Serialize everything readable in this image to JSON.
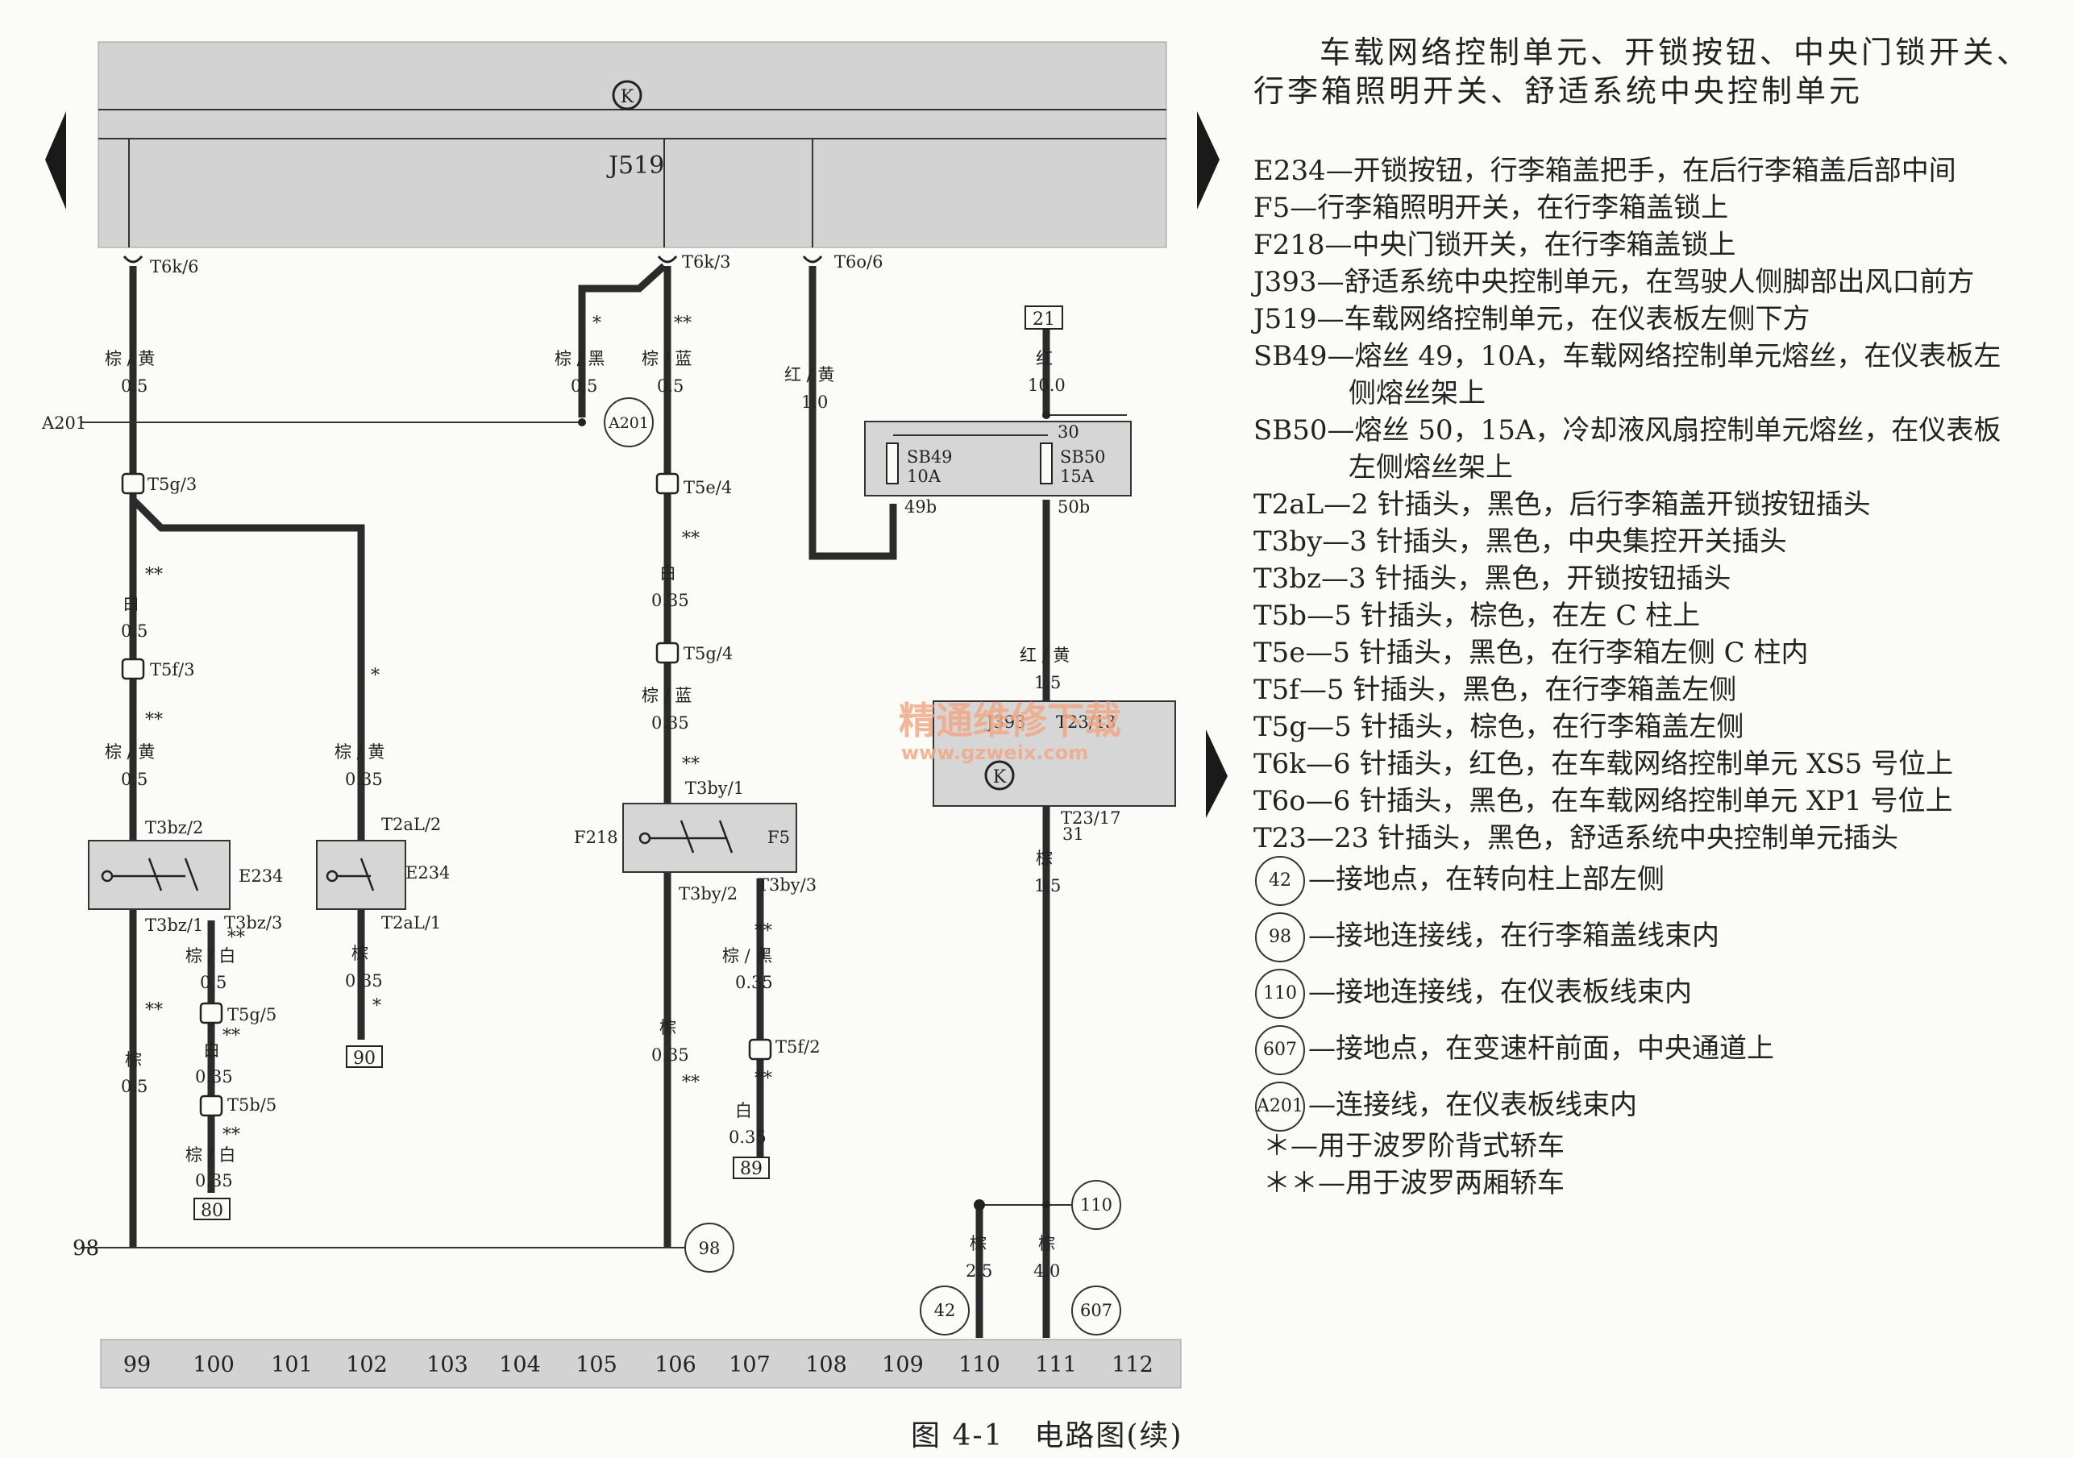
{
  "header": {
    "unit_label": "J519",
    "unit_symbol": "K"
  },
  "connectors_top": [
    "T6k/6",
    "T6k/3",
    "T6o/6"
  ],
  "wires": {
    "c99_top": [
      "棕 / 黄",
      "0.5"
    ],
    "c105": [
      "棕 / 黑",
      "0.5"
    ],
    "c106_top": [
      "棕 / 蓝",
      "0.5"
    ],
    "c110_top": [
      "红 / 黄",
      "1.0"
    ],
    "c111_top": [
      "红",
      "10.0"
    ],
    "c99_mid": [
      "白",
      "0.5"
    ],
    "c99_low": [
      "棕 / 黄",
      "0.5"
    ],
    "c102": [
      "棕 / 黄",
      "0.35"
    ],
    "c106_mid": [
      "白",
      "0.35"
    ],
    "c106_low": [
      "棕 / 蓝",
      "0.35"
    ],
    "c111_mid": [
      "红 / 黄",
      "1.5"
    ],
    "c111_low": [
      "棕",
      "1.5"
    ],
    "c100_a": [
      "棕 / 白",
      "0.5"
    ],
    "c100_b": [
      "白",
      "0.35"
    ],
    "c100_c": [
      "棕 / 白",
      "0.35"
    ],
    "c99_bot": [
      "棕",
      "0.5"
    ],
    "c102_bot": [
      "棕",
      "0.35"
    ],
    "c106_bot": [
      "棕",
      "0.35"
    ],
    "c107_a": [
      "棕 / 黑",
      "0.35"
    ],
    "c107_b": [
      "白",
      "0.35"
    ],
    "c110_bot": [
      "棕",
      "2.5"
    ],
    "c111_bot": [
      "棕",
      "4.0"
    ]
  },
  "connectors": {
    "t5g3": "T5g/3",
    "t5e4": "T5e/4",
    "t5f3": "T5f/3",
    "t5g4": "T5g/4",
    "t3bz2": "T3bz/2",
    "t3bz1": "T3bz/1",
    "t3bz3": "T3bz/3",
    "t2al2": "T2aL/2",
    "t2al1": "T2aL/1",
    "t3by1": "T3by/1",
    "t3by2": "T3by/2",
    "t3by3": "T3by/3",
    "t5g5": "T5g/5",
    "t5b5": "T5b/5",
    "t5f2": "T5f/2",
    "t23_13": "T23/13",
    "t23_17": "T23/17",
    "t23_17b": "31",
    "pin30": "30",
    "pin49b": "49b",
    "pin50b": "50b"
  },
  "components": {
    "e234": "E234",
    "f218": "F218",
    "f5": "F5",
    "j393": "J393",
    "sb49": "SB49",
    "sb49_rating": "10A",
    "sb50": "SB50",
    "sb50_rating": "15A"
  },
  "markers": {
    "single": "*",
    "double": "**"
  },
  "refs": {
    "a201_label": "A201",
    "a201_circle": "A201",
    "ground98_label": "98",
    "ground98_circle": "98",
    "ground110": "110",
    "ground42": "42",
    "ground607": "607",
    "box21": "21",
    "box90": "90",
    "box80": "80",
    "box89": "89"
  },
  "watermark": {
    "main": "精通维修下载",
    "url": "www.gzweix.com"
  },
  "columns": [
    "99",
    "100",
    "101",
    "102",
    "103",
    "104",
    "105",
    "106",
    "107",
    "108",
    "109",
    "110",
    "111",
    "112"
  ],
  "legend": {
    "title_line1": "车载网络控制单元、开锁按钮、中央门锁开关、",
    "title_line2": "行李箱照明开关、舒适系统中央控制单元",
    "items": [
      "E234—开锁按钮，行李箱盖把手，在后行李箱盖后部中间",
      "F5—行李箱照明开关，在行李箱盖锁上",
      "F218—中央门锁开关，在行李箱盖锁上",
      "J393—舒适系统中央控制单元，在驾驶人侧脚部出风口前方",
      "J519—车载网络控制单元，在仪表板左侧下方",
      "SB49—熔丝 49，10A，车载网络控制单元熔丝，在仪表板左",
      "侧熔丝架上",
      "SB50—熔丝 50，15A，冷却液风扇控制单元熔丝，在仪表板",
      "左侧熔丝架上",
      "T2aL—2 针插头，黑色，后行李箱盖开锁按钮插头",
      "T3by—3 针插头，黑色，中央集控开关插头",
      "T3bz—3 针插头，黑色，开锁按钮插头",
      "T5b—5 针插头，棕色，在左 C 柱上",
      "T5e—5 针插头，黑色，在行李箱左侧 C 柱内",
      "T5f—5 针插头，黑色，在行李箱盖左侧",
      "T5g—5 针插头，棕色，在行李箱盖左侧",
      "T6k—6 针插头，红色，在车载网络控制单元 XS5 号位上",
      "T6o—6 针插头，黑色，在车载网络控制单元 XP1 号位上",
      "T23—23 针插头，黑色，舒适系统中央控制单元插头"
    ],
    "grounds": [
      {
        "id": "42",
        "text": "—接地点，在转向柱上部左侧"
      },
      {
        "id": "98",
        "text": "—接地连接线，在行李箱盖线束内"
      },
      {
        "id": "110",
        "text": "—接地连接线，在仪表板线束内"
      },
      {
        "id": "607",
        "text": "—接地点，在变速杆前面，中央通道上"
      },
      {
        "id": "A201",
        "text": "—连接线，在仪表板线束内"
      }
    ],
    "notes": [
      "＊—用于波罗阶背式轿车",
      "＊＊—用于波罗两厢轿车"
    ]
  },
  "caption": "图 4-1　电路图(续)"
}
